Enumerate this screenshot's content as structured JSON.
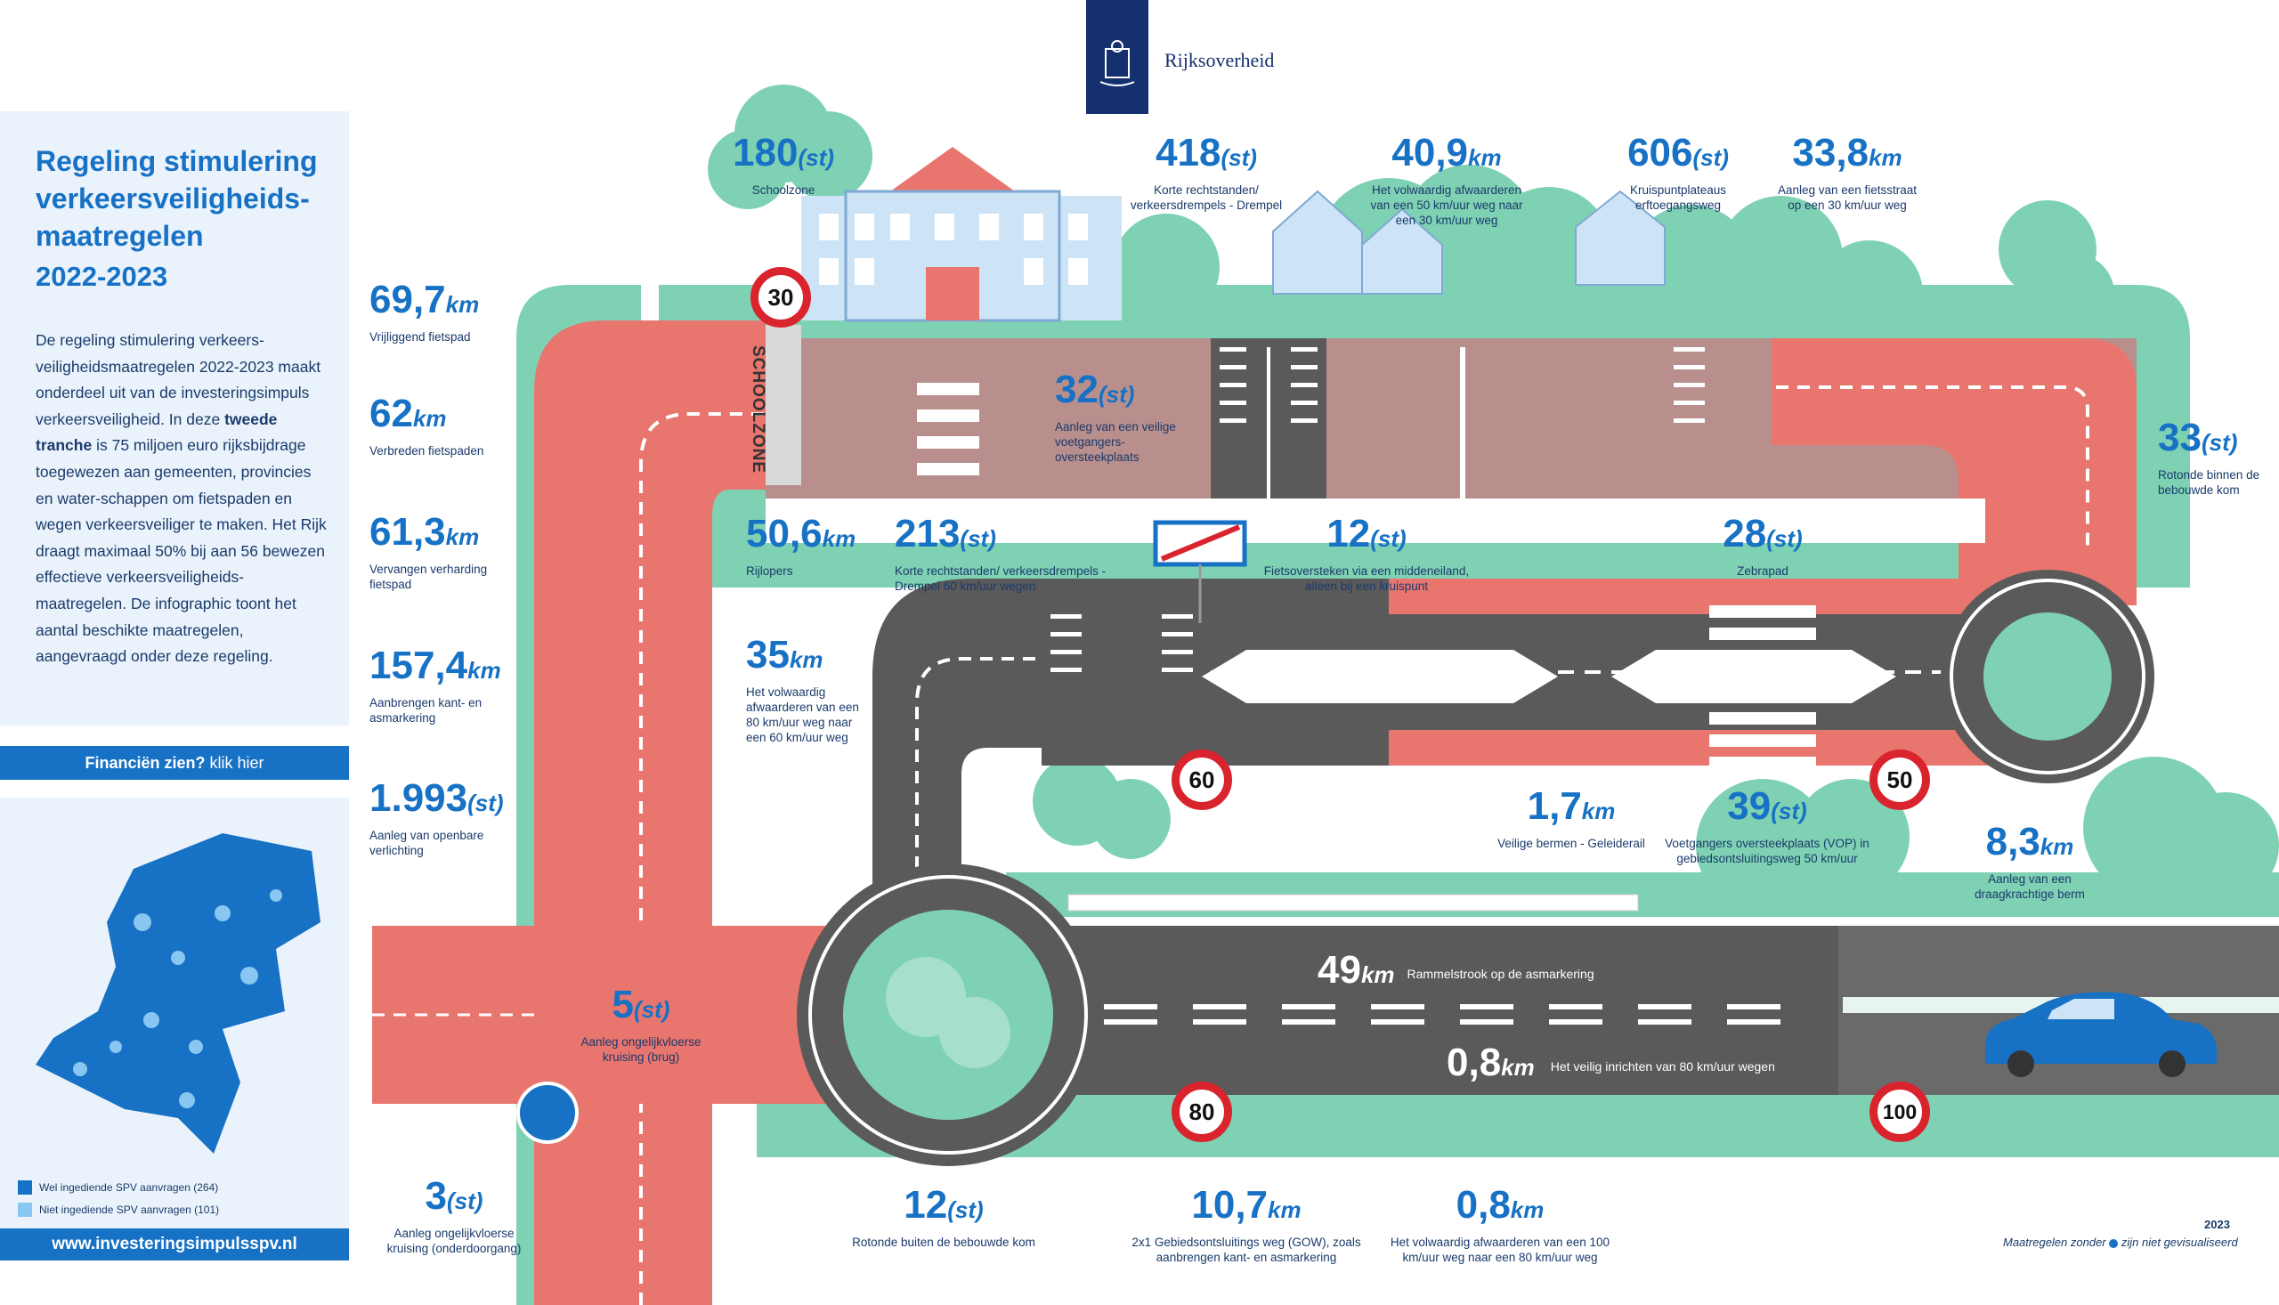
{
  "logo": {
    "text": "Rijksoverheid"
  },
  "panel": {
    "title": "Regeling stimulering verkeersveiligheids-maatregelen",
    "years": "2022-2023",
    "text_1": "De regeling stimulering verkeers-veiligheidsmaatregelen 2022-2023 maakt onderdeel uit van de investeringsimpuls verkeersveiligheid. In deze ",
    "text_bold": "tweede tranche",
    "text_2": " is 75 miljoen euro rijksbijdrage toegewezen aan gemeenten, provincies en water-schappen om fietspaden en wegen verkeersveiliger te maken. Het Rijk draagt maximaal 50% bij aan 56 bewezen effectieve verkeersveiligheids-maatregelen. De infographic toont het aantal beschikte maatregelen, aangevraagd onder deze regeling.",
    "finance_bold": "Financiën zien?",
    "finance_link": "klik hier",
    "legend_submitted": "Wel ingediende SPV aanvragen (264)",
    "legend_not_submitted": "Niet ingediende SPV aanvragen (101)",
    "url": "www.investeringsimpulsspv.nl"
  },
  "colors": {
    "blue": "#1771c4",
    "red_path": "#e8756e",
    "green": "#7fd1b3",
    "road": "#5a5a5a"
  },
  "stats": {
    "s1": {
      "num": "180",
      "unit": "(st)",
      "desc": "Schoolzone"
    },
    "s2": {
      "num": "69,7",
      "unit": "km",
      "desc": "Vrijliggend fietspad"
    },
    "s3": {
      "num": "62",
      "unit": "km",
      "desc": "Verbreden fietspaden"
    },
    "s4": {
      "num": "61,3",
      "unit": "km",
      "desc": "Vervangen verharding fietspad"
    },
    "s5": {
      "num": "157,4",
      "unit": "km",
      "desc": "Aanbrengen kant- en asmarkering"
    },
    "s6": {
      "num": "1.993",
      "unit": "(st)",
      "desc": "Aanleg van openbare verlichting"
    },
    "s7": {
      "num": "3",
      "unit": "(st)",
      "desc": "Aanleg ongelijkvloerse kruising (onderdoorgang)"
    },
    "s8": {
      "num": "5",
      "unit": "(st)",
      "desc": "Aanleg ongelijkvloerse kruising (brug)"
    },
    "s9": {
      "num": "418",
      "unit": "(st)",
      "desc": "Korte rechtstanden/ verkeersdrempels - Drempel"
    },
    "s10": {
      "num": "40,9",
      "unit": "km",
      "desc": "Het volwaardig afwaarderen van een 50 km/uur weg naar een 30 km/uur weg"
    },
    "s11": {
      "num": "606",
      "unit": "(st)",
      "desc": "Kruispuntplateaus erftoegangsweg"
    },
    "s12": {
      "num": "33,8",
      "unit": "km",
      "desc": "Aanleg van een fietsstraat op een 30 km/uur weg"
    },
    "s13": {
      "num": "32",
      "unit": "(st)",
      "desc": "Aanleg van een veilige voetgangers-oversteekplaats"
    },
    "s14": {
      "num": "33",
      "unit": "(st)",
      "desc": "Rotonde binnen de bebouwde kom"
    },
    "s15": {
      "num": "50,6",
      "unit": "km",
      "desc": "Rijlopers"
    },
    "s16": {
      "num": "213",
      "unit": "(st)",
      "desc": "Korte rechtstanden/ verkeersdrempels - Drempel 60 km/uur wegen"
    },
    "s17": {
      "num": "12",
      "unit": "(st)",
      "desc": "Fietsoversteken via een middeneiland, alleen bij een kruispunt"
    },
    "s18": {
      "num": "28",
      "unit": "(st)",
      "desc": "Zebrapad"
    },
    "s19": {
      "num": "35",
      "unit": "km",
      "desc": "Het volwaardig afwaarderen van een 80 km/uur weg naar een 60 km/uur weg"
    },
    "s20": {
      "num": "1,7",
      "unit": "km",
      "desc": "Veilige bermen - Geleiderail"
    },
    "s21": {
      "num": "39",
      "unit": "(st)",
      "desc": "Voetgangers oversteekplaats (VOP) in gebiedsontsluitingsweg 50 km/uur"
    },
    "s22": {
      "num": "8,3",
      "unit": "km",
      "desc": "Aanleg van een draagkrachtige berm"
    },
    "s23": {
      "num": "49",
      "unit": "km",
      "desc": "Rammelstrook op de asmarkering"
    },
    "s24": {
      "num": "0,8",
      "unit": "km",
      "desc": "Het veilig inrichten van 80 km/uur wegen"
    },
    "s25": {
      "num": "12",
      "unit": "(st)",
      "desc": "Rotonde buiten de bebouwde kom"
    },
    "s26": {
      "num": "10,7",
      "unit": "km",
      "desc": "2x1 Gebiedsontsluitings weg (GOW), zoals aanbrengen kant- en asmarkering"
    },
    "s27": {
      "num": "0,8",
      "unit": "km",
      "desc": "Het volwaardig afwaarderen van een 100 km/uur weg naar een 80 km/uur weg"
    }
  },
  "signs": {
    "s30": "30",
    "s60": "60",
    "s50": "50",
    "s80": "80",
    "s100": "100"
  },
  "schoolzone": "SCHOOLZONE",
  "footer": {
    "year": "2023",
    "note_1": "Maatregelen zonder",
    "note_2": "zijn niet gevisualiseerd"
  }
}
